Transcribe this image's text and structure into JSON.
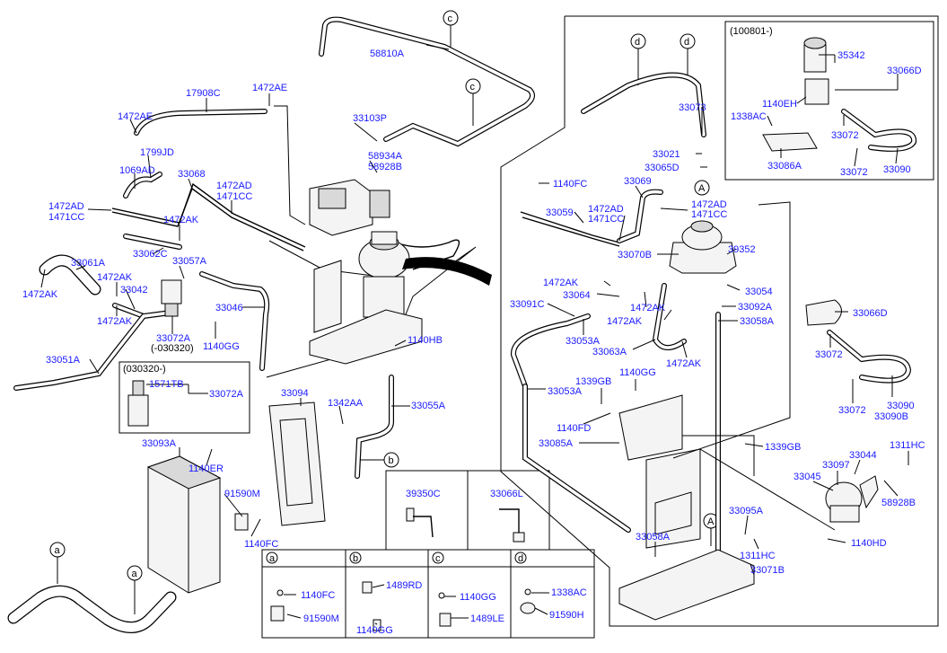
{
  "diagram": {
    "callout_letters": [
      "a",
      "b",
      "c",
      "d",
      "A"
    ],
    "parts": {
      "p58810A": "58810A",
      "p17908C": "17908C",
      "p1472AE_1": "1472AE",
      "p1472AE_2": "1472AE",
      "p1799JD": "1799JD",
      "p1069AD": "1069AD",
      "p33068": "33068",
      "p1472AD_1": "1472AD",
      "p1471CC_1": "1471CC",
      "p1472AD_2": "1472AD",
      "p1471CC_2": "1471CC",
      "p1472AK_1": "1472AK",
      "p33062C": "33062C",
      "p33061A": "33061A",
      "p1472AK_2": "1472AK",
      "p1472AK_3": "1472AK",
      "p33057A": "33057A",
      "p33042": "33042",
      "p1472AK_4": "1472AK",
      "p33072A_1": "33072A",
      "p030320": "(-030320)",
      "p1140GG_1": "1140GG",
      "p33046": "33046",
      "p33103P": "33103P",
      "p58934A": "58934A",
      "p58928B_1": "58928B",
      "p1140HB": "1140HB",
      "p33051A": "33051A",
      "p1571TB": "1571TB",
      "p33072A_2": "33072A",
      "p33094": "33094",
      "p1342AA": "1342AA",
      "p33055A": "33055A",
      "p33093A": "33093A",
      "p1140ER": "1140ER",
      "p91590M_1": "91590M",
      "p1140FC_1": "1140FC",
      "p39350C": "39350C",
      "p33066L": "33066L",
      "p1140FC_2": "1140FC",
      "p91590M_2": "91590M",
      "p1489RD": "1489RD",
      "p1140GG_2": "1140GG",
      "p1140GG_3": "1140GG",
      "p1489LE": "1489LE",
      "p1338AC_1": "1338AC",
      "p91590H": "91590H",
      "p33073": "33073",
      "p33021": "33021",
      "p33065D": "33065D",
      "p1140FC_3": "1140FC",
      "p33069": "33069",
      "p33059": "33059",
      "p1472AD_3": "1472AD",
      "p1471CC_3": "1471CC",
      "p1472AD_4": "1472AD",
      "p1471CC_4": "1471CC",
      "p33070B": "33070B",
      "p39352": "39352",
      "p1472AK_5": "1472AK",
      "p33064": "33064",
      "p33054": "33054",
      "p33091C": "33091C",
      "p1472AK_6": "1472AK",
      "p33092A": "33092A",
      "p1472AK_7": "1472AK",
      "p33058A_1": "33058A",
      "p33053A_1": "33053A",
      "p33063A": "33063A",
      "p1472AK_8": "1472AK",
      "p33066D_1": "33066D",
      "p33072_1": "33072",
      "p33053A_2": "33053A",
      "p1339GB_1": "1339GB",
      "p1140GG_4": "1140GG",
      "p33090_1": "33090",
      "p33090B": "33090B",
      "p33072_2": "33072",
      "p1140FD": "1140FD",
      "p33085A": "33085A",
      "p1339GB_2": "1339GB",
      "p1311HC_1": "1311HC",
      "p33044": "33044",
      "p33097": "33097",
      "p33045": "33045",
      "p58928B_2": "58928B",
      "p33095A": "33095A",
      "p33058A_2": "33058A",
      "p1311HC_2": "1311HC",
      "p1140HD": "1140HD",
      "p33071B": "33071B",
      "p35342": "35342",
      "p33066D_2": "33066D",
      "p1140EH": "1140EH",
      "p1338AC_2": "1338AC",
      "p33072_3": "33072",
      "p33086A": "33086A",
      "p33072_4": "33072",
      "p33090_2": "33090"
    },
    "inset_titles": {
      "serial": "(100801-)",
      "date": "(030320-)"
    },
    "detail_table": {
      "headers": [
        "a",
        "b",
        "c",
        "d"
      ]
    }
  }
}
